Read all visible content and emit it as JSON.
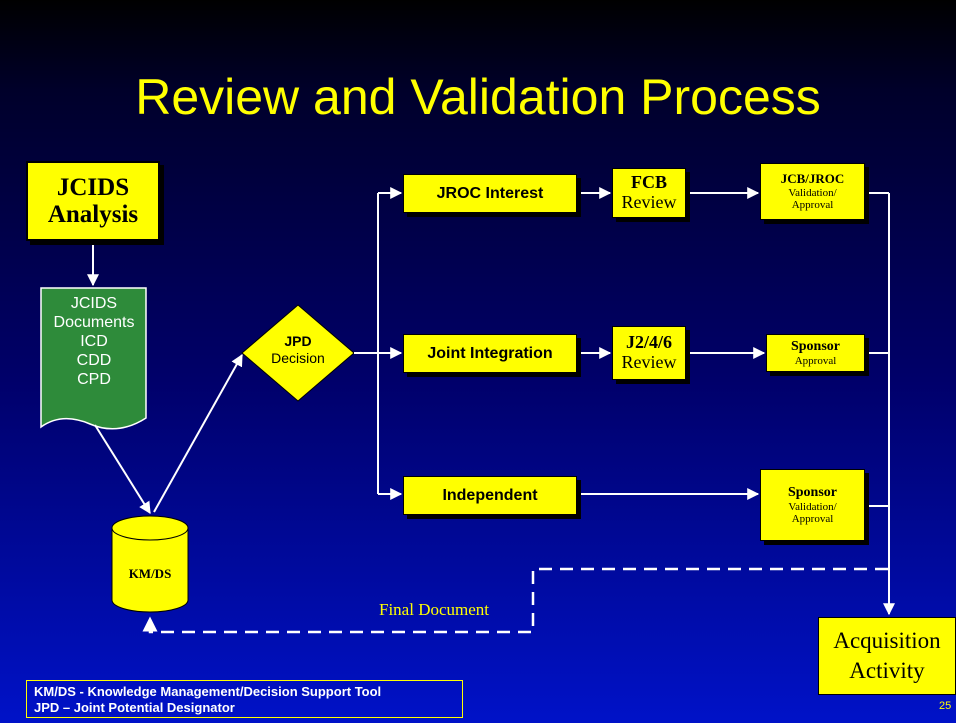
{
  "title": "Review and Validation Process",
  "jcids_analysis": {
    "line1": "JCIDS",
    "line2": "Analysis"
  },
  "documents": [
    "JCIDS",
    "Documents",
    "ICD",
    "CDD",
    "CPD"
  ],
  "kmds": "KM/DS",
  "jpd_decision": {
    "line1": "JPD",
    "line2": "Decision"
  },
  "paths": {
    "jroc_interest": "JROC Interest",
    "joint_integration": "Joint Integration",
    "independent": "Independent"
  },
  "reviews": {
    "fcb": {
      "line1": "FCB",
      "line2": "Review"
    },
    "j246": {
      "line1": "J2/4/6",
      "line2": "Review"
    }
  },
  "approvals": {
    "jcb_jroc": {
      "line1": "JCB/JROC",
      "line2": "Validation/",
      "line3": "Approval"
    },
    "sponsor_approval": {
      "line1": "Sponsor",
      "line2": "Approval"
    },
    "sponsor_validation": {
      "line1": "Sponsor",
      "line2": "Validation/",
      "line3": "Approval"
    }
  },
  "acquisition": {
    "line1": "Acquisition",
    "line2": "Activity"
  },
  "final_document": "Final Document",
  "legend": {
    "line1": "KM/DS - Knowledge Management/Decision Support Tool",
    "line2": "JPD – Joint Potential Designator"
  },
  "page_number": "25",
  "colors": {
    "box_fill": "#ffff00",
    "document_fill": "#2e8b3a",
    "connector": "#ffffff",
    "title_text": "#ffff00"
  }
}
